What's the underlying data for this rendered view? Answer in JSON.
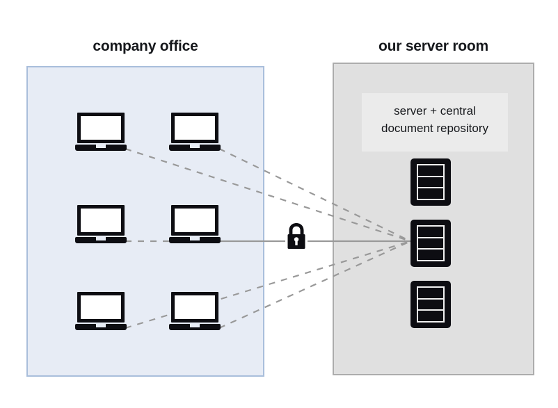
{
  "diagram": {
    "title_office": "company office",
    "title_server": "our server room",
    "server_label_line1": "server + central",
    "server_label_line2": "document repository",
    "colors": {
      "office_fill": "#e7ecf5",
      "office_border": "#a9bedb",
      "server_fill": "#e0e0e0",
      "server_border": "#acacac",
      "icon_black": "#0d0d12",
      "wire_gray": "#999999",
      "text": "#16181c"
    },
    "office_zone": {
      "name": "company office",
      "workstations": [
        {
          "id": "laptop-1",
          "label": "laptop",
          "row": 1,
          "column": 1
        },
        {
          "id": "laptop-2",
          "label": "laptop",
          "row": 1,
          "column": 2
        },
        {
          "id": "laptop-3",
          "label": "laptop",
          "row": 2,
          "column": 1
        },
        {
          "id": "laptop-4",
          "label": "laptop",
          "row": 2,
          "column": 2
        },
        {
          "id": "laptop-5",
          "label": "laptop",
          "row": 3,
          "column": 1
        },
        {
          "id": "laptop-6",
          "label": "laptop",
          "row": 3,
          "column": 2
        }
      ],
      "workstation_count": 6
    },
    "server_zone": {
      "name": "our server room",
      "racks": [
        {
          "id": "rack-1",
          "label": "server rack",
          "slots": 3
        },
        {
          "id": "rack-2",
          "label": "server rack",
          "slots": 3
        },
        {
          "id": "rack-3",
          "label": "server rack",
          "slots": 3
        }
      ],
      "rack_count": 3
    },
    "security": {
      "icon": "padlock-icon",
      "label": "encrypted connection"
    },
    "connections": {
      "style": "dashed",
      "count": 6,
      "converge_at": "middle server rack"
    }
  }
}
